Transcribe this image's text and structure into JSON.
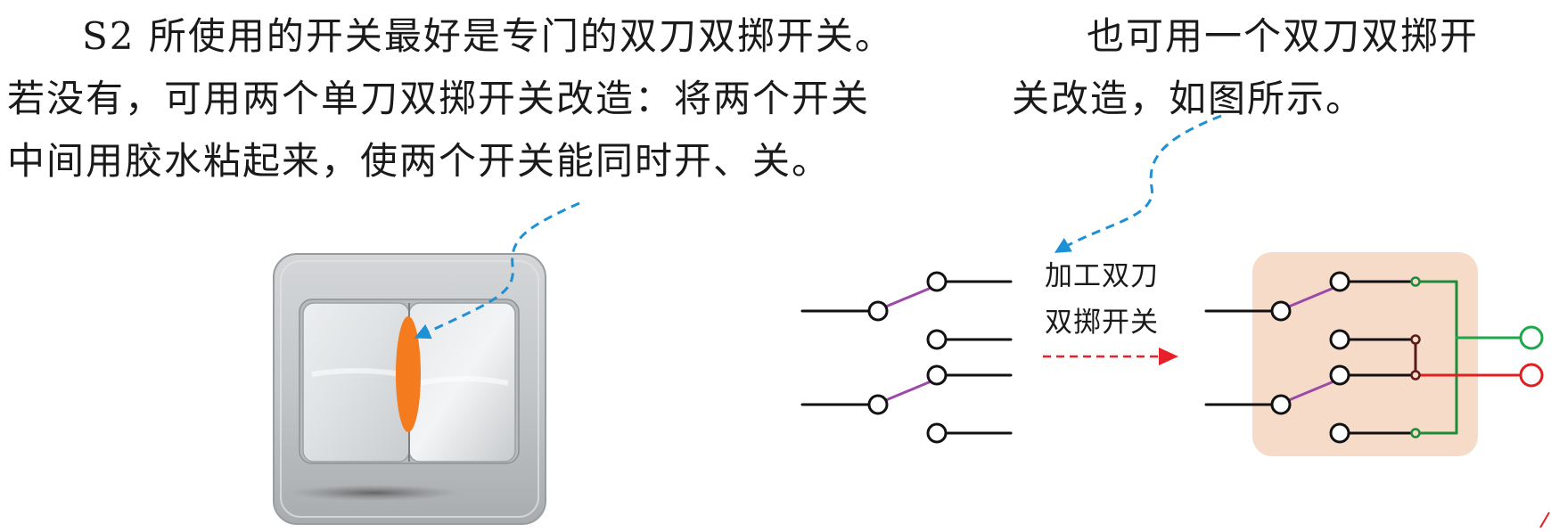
{
  "left_paragraph": {
    "lines": [
      "S2 所使用的开关最好是专门的双刀双掷开关。",
      "若没有，可用两个单刀双掷开关改造：将两个开关",
      "中间用胶水粘起来，使两个开关能同时开、关。"
    ]
  },
  "right_paragraph": {
    "lines": [
      "也可用一个双刀双掷开",
      "关改造，如图所示。"
    ]
  },
  "conversion_label": {
    "line1": "加工双刀",
    "line2": "双掷开关"
  },
  "colors": {
    "text": "#1a1a1a",
    "blue_arrow": "#1e90d6",
    "red_arrow": "#e8202a",
    "glue": "#f47b1e",
    "switch_blade": "#9b4aa8",
    "wire_green": "#1e8a3c",
    "wire_red": "#e02020",
    "wire_dark": "#5a1a1a",
    "terminal_green": "#1ea84a",
    "terminal_red": "#e02020",
    "panel_bg": "#f6dcc8"
  },
  "icons": {
    "photo": "wall-rocker-switch-photo",
    "glue": "glue-ellipse"
  }
}
